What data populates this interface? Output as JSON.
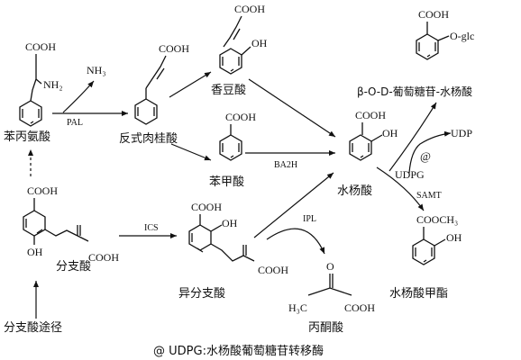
{
  "compounds": {
    "phenylalanine": "苯丙氨酸",
    "cinnamic_acid": "反式肉桂酸",
    "coumaric_acid": "香豆酸",
    "benzoic_acid": "苯甲酸",
    "salicylic_acid": "水杨酸",
    "sa_glucoside": "β-O-D-葡萄糖苷-水杨酸",
    "chorismate": "分支酸",
    "isochorismate": "异分支酸",
    "pyruvate": "丙酮酸",
    "methyl_salicylate": "水杨酸甲酯",
    "nh3": "NH₃",
    "udp": "UDP",
    "udpg": "UDPG"
  },
  "enzymes": {
    "pal": "PAL",
    "ba2h": "BA2H",
    "ics": "ICS",
    "ipl": "IPL",
    "samt": "SAMT",
    "at": "@"
  },
  "groups": {
    "cooh": "COOH",
    "nh2": "NH₂",
    "oh": "OH",
    "oglc": "O-glc",
    "cooch3": "COOCH₃",
    "h3c": "H₃C"
  },
  "pathway_source": "分支酸途径",
  "caption": "@  UDPG:水杨酸葡萄糖苷转移酶"
}
